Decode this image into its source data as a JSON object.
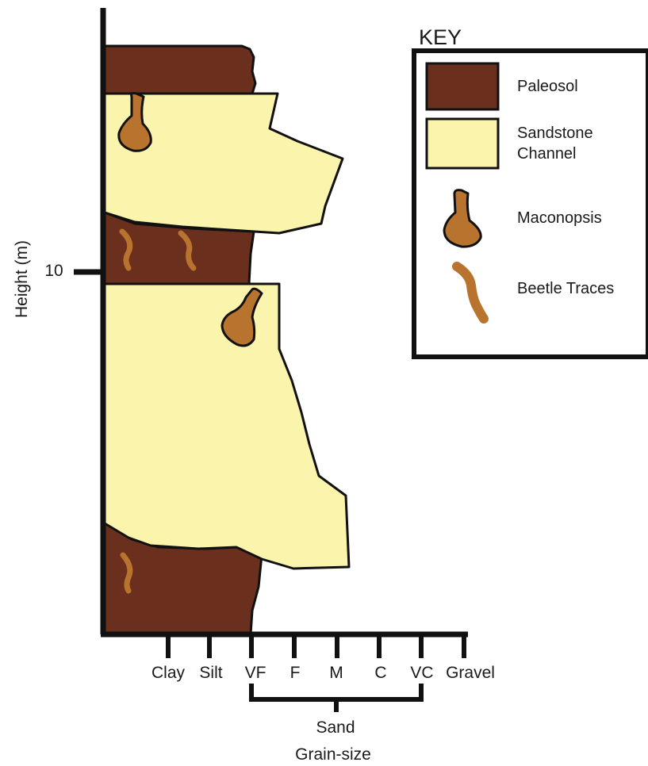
{
  "y_axis": {
    "label": "Height (m)",
    "tick_label": "10"
  },
  "x_axis": {
    "label": "Grain-size",
    "grain_sizes": [
      "Clay",
      "Silt",
      "VF",
      "F",
      "M",
      "C",
      "VC",
      "Gravel"
    ],
    "group_label": "Sand"
  },
  "key": {
    "title": "KEY",
    "items": [
      {
        "icon": "paleosol-swatch",
        "lines": [
          "Paleosol"
        ]
      },
      {
        "icon": "sandstone-swatch",
        "lines": [
          "Sandstone",
          "Channel"
        ]
      },
      {
        "icon": "maconopsis-icon",
        "lines": [
          "Maconopsis"
        ]
      },
      {
        "icon": "beetle-trace-icon",
        "lines": [
          "Beetle Traces"
        ]
      }
    ]
  },
  "colors": {
    "paleosol": "#6b2f1e",
    "sandstone": "#fbf4ad",
    "trace": "#b8742f",
    "outline": "#111111"
  }
}
